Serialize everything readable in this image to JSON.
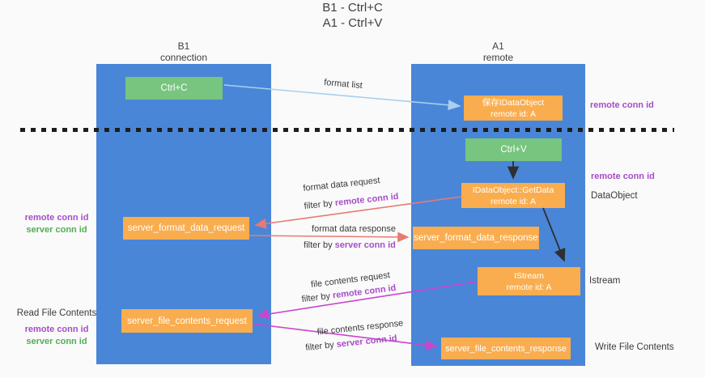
{
  "title": {
    "line1": "B1 - Ctrl+C",
    "line2": "A1 - Ctrl+V"
  },
  "lanes": {
    "left": {
      "name": "B1",
      "role": "connection"
    },
    "right": {
      "name": "A1",
      "role": "remote"
    }
  },
  "boxes": {
    "ctrl_c": "Ctrl+C",
    "ctrl_v": "Ctrl+V",
    "save_dataobject": {
      "title": "保存IDataObject",
      "subtitle": "remote id: A"
    },
    "getdata": {
      "title": "IDataObject::GetData",
      "subtitle": "remote id: A"
    },
    "istream": {
      "title": "IStream",
      "subtitle": "remote id: A"
    },
    "server_format_data_request": "server_format_data_request",
    "server_format_data_response": "server_format_data_response",
    "server_file_contents_request": "server_file_contents_request",
    "server_file_contents_response": "server_file_contents_response"
  },
  "flows": {
    "format_list": "format list",
    "format_data_request": "format data request",
    "format_data_response": "format data response",
    "file_contents_request": "file contents request",
    "file_contents_response": "file contents response",
    "filter_by": "filter by ",
    "remote_conn_id": "remote conn id",
    "server_conn_id": "server conn id"
  },
  "left_notes": {
    "format_remote": "remote conn id",
    "format_server": "server conn id",
    "read_file_contents": "Read File Contents",
    "file_remote": "remote conn id",
    "file_server": "server conn id"
  },
  "right_notes": {
    "clipboard_remote": "remote conn id",
    "paste_remote": "remote conn id",
    "dataobject": "DataObject",
    "istream": "Istream",
    "write_file_contents": "Write File Contents"
  },
  "colors": {
    "lane_blue": "#4a86d8",
    "box_orange": "#f9ad4f",
    "key_green": "#77c57e",
    "arrow_red": "#e87a72",
    "arrow_magenta": "#cb44ce",
    "arrow_light_blue": "#a9cfee",
    "arrow_black": "#2f2f2f",
    "text_purple": "#a64dc8",
    "text_green": "#53ad53",
    "text_dark": "#3a3a3a",
    "bg": "#fafafa"
  }
}
